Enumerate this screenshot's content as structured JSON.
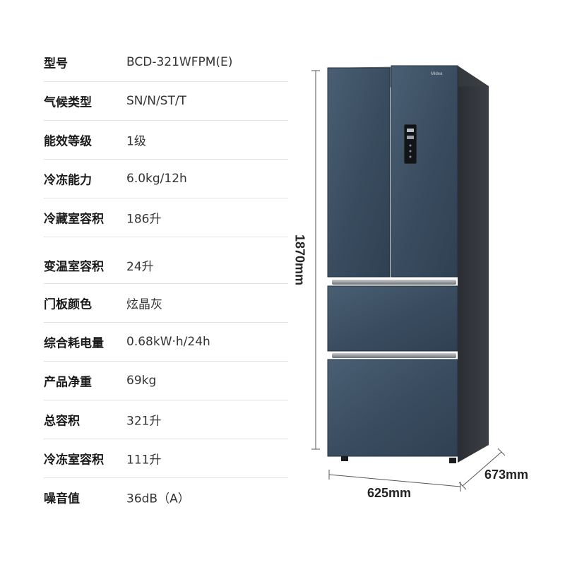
{
  "specs": [
    {
      "label": "型号",
      "value": "BCD-321WFPM(E)"
    },
    {
      "label": "气候类型",
      "value": "SN/N/ST/T"
    },
    {
      "label": "能效等级",
      "value": "1级"
    },
    {
      "label": "冷冻能力",
      "value": "6.0kg/12h"
    },
    {
      "label": "冷藏室容积",
      "value": "186升"
    },
    {
      "label": "变温室容积",
      "value": "24升"
    },
    {
      "label": "门板颜色",
      "value": "炫晶灰"
    },
    {
      "label": "综合耗电量",
      "value": "0.68kW·h/24h"
    },
    {
      "label": "产品净重",
      "value": "69kg"
    },
    {
      "label": "总容积",
      "value": "321升"
    },
    {
      "label": "冷冻室容积",
      "value": "111升"
    },
    {
      "label": "噪音值",
      "value": "36dB（A）"
    }
  ],
  "dimensions": {
    "height": "1870mm",
    "width": "625mm",
    "depth": "673mm"
  },
  "brand_logo": "Midea",
  "colors": {
    "door": "#3a4d60",
    "body": "#2b2f35",
    "dimension_line": "#555555"
  }
}
